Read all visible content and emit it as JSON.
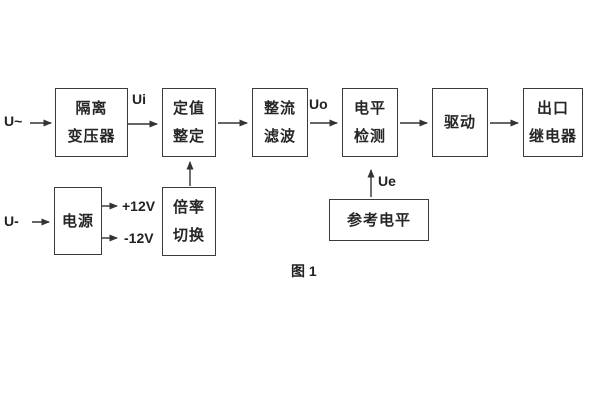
{
  "colors": {
    "line": "#3a3a3a",
    "text": "#262626",
    "background": "#ffffff"
  },
  "caption": "图 1",
  "labels": {
    "ac_input": "U~",
    "dc_input": "U-",
    "ui": "Ui",
    "uo": "Uo",
    "ue": "Ue",
    "plus12v": "+12V",
    "minus12v": "-12V"
  },
  "blocks": {
    "isolation": {
      "line1": "隔离",
      "line2": "变压器"
    },
    "setting": {
      "line1": "定值",
      "line2": "整定"
    },
    "rectifier": {
      "line1": "整流",
      "line2": "滤波"
    },
    "level_detect": {
      "line1": "电平",
      "line2": "检测"
    },
    "driver": {
      "line1": "驱动"
    },
    "output_relay": {
      "line1": "出口",
      "line2": "继电器"
    },
    "power": {
      "line1": "电源"
    },
    "ratio_switch": {
      "line1": "倍率",
      "line2": "切换"
    },
    "reference_level": {
      "line1": "参考电平"
    }
  }
}
